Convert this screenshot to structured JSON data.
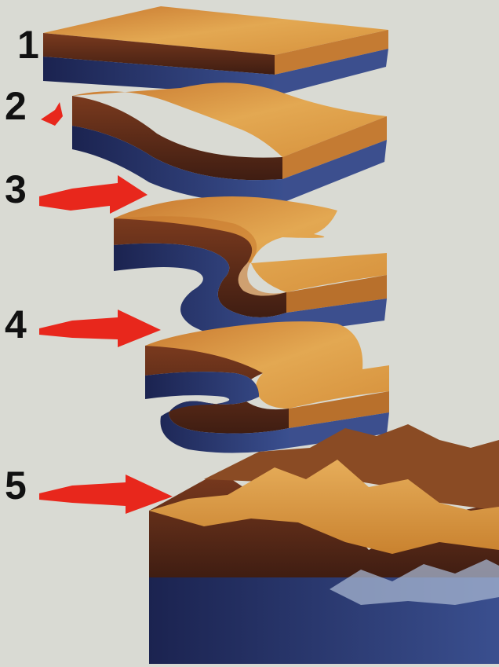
{
  "stages": [
    {
      "number": "1"
    },
    {
      "number": "2"
    },
    {
      "number": "3"
    },
    {
      "number": "4"
    },
    {
      "number": "5"
    }
  ],
  "colors": {
    "background": "#d9dad3",
    "top_surface": "#e0a24a",
    "upper_layer": "#5a2b1a",
    "lower_layer": "#25336b",
    "arrow": "#e8271c",
    "label": "#111111"
  }
}
